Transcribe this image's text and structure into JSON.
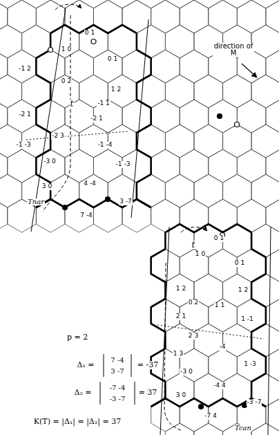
{
  "diagram": {
    "labels": [
      "t",
      "0 1",
      "1 0",
      "0 1",
      "-1 2",
      "1 2",
      "0 2",
      "-1 1",
      "-2 1",
      "-2 1",
      "-2 3",
      "-1 -4",
      "-1 -3",
      "-3 0",
      "-1 -3",
      "4 -4",
      "3 0",
      "3 -7",
      "7 -4",
      "Tnar",
      "direction of M",
      "t",
      "0 1",
      "1 0",
      "0 1",
      "1 2",
      "1 2",
      "0 2",
      "1 1",
      "2 1",
      "1 -1",
      "2 3",
      "-4",
      "1 3",
      "1 -3",
      "-3 0",
      "-4 4",
      "-3 -7",
      "3 0",
      "-7 4",
      "Tcan",
      "p = 2",
      "Δ₁ =",
      "7  -4",
      "3  -7",
      "= -37",
      "Δ₂ =",
      "-7  -4",
      "-3  -7",
      "= 37",
      "K(T) = |Δ₁| = |Δ₂| = 37"
    ]
  }
}
